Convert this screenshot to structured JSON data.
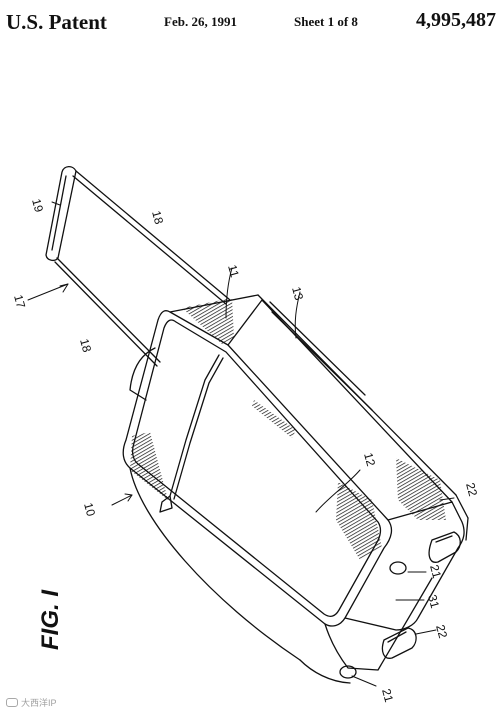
{
  "header": {
    "left": "U.S. Patent",
    "date": "Feb. 26, 1991",
    "sheet": "Sheet 1 of 8",
    "number": "4,995,487"
  },
  "figure": {
    "title": "FIG. I"
  },
  "labels": {
    "l10": "10",
    "l11": "11",
    "l12": "12",
    "l13": "13",
    "l17": "17",
    "l18a": "18",
    "l18b": "18",
    "l19": "19",
    "l21a": "21",
    "l21b": "21",
    "l22a": "22",
    "l22b": "22",
    "l31": "31"
  },
  "watermark": {
    "text": "大西洋IP"
  }
}
